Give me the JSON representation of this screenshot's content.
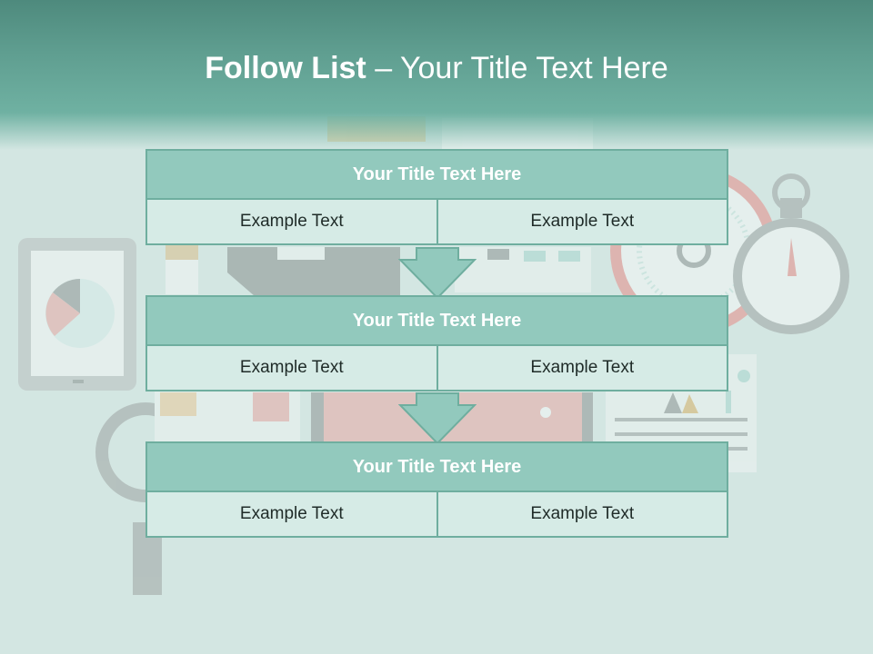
{
  "title": {
    "bold": "Follow List",
    "rest": " – Your Title Text Here"
  },
  "blocks": [
    {
      "heading": "Your Title Text Here",
      "cells": [
        "Example Text",
        "Example Text"
      ]
    },
    {
      "heading": "Your Title Text Here",
      "cells": [
        "Example Text",
        "Example Text"
      ]
    },
    {
      "heading": "Your Title Text Here",
      "cells": [
        "Example Text",
        "Example Text"
      ]
    }
  ],
  "colors": {
    "header": "#5f9e90",
    "accent": "#92c9bd",
    "border": "#6fae9f",
    "background": "#d3e6e2"
  },
  "icons": [
    "tablet-pie-chart-icon",
    "magnifier-icon",
    "stopwatch-icon",
    "clock-gauge-icon",
    "document-icon",
    "bar-chart-icon"
  ]
}
